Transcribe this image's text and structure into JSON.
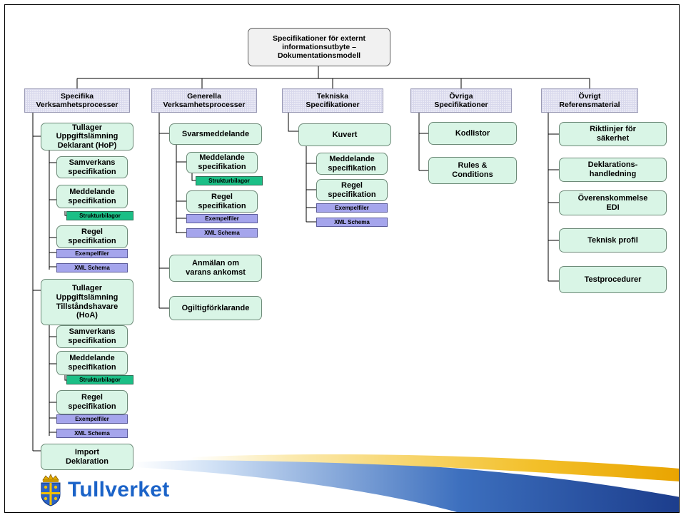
{
  "root": "Specifikationer för externt\ninformationsutbyte –\nDokumentationsmodell",
  "categories": [
    {
      "label": "Specifika\nVerksamhetsprocesser"
    },
    {
      "label": "Generella\nVerksamhetsprocesser"
    },
    {
      "label": "Tekniska\nSpecifikationer"
    },
    {
      "label": "Övriga\nSpecifikationer"
    },
    {
      "label": "Övrigt\nReferensmaterial"
    }
  ],
  "col1": {
    "hop": "Tullager\nUppgiftslämning\nDeklarant (HoP)",
    "hop_samverkans": "Samverkans\nspecifikation",
    "hop_meddelande": "Meddelande\nspecifikation",
    "hop_struktur": "Strukturbilagor",
    "hop_regel": "Regel\nspecifikation",
    "hop_exempel": "Exempelfiler",
    "hop_xml": "XML Schema",
    "hoa": "Tullager\nUppgiftslämning\nTillståndshavare\n(HoA)",
    "hoa_samverkans": "Samverkans\nspecifikation",
    "hoa_meddelande": "Meddelande\nspecifikation",
    "hoa_struktur": "Strukturbilagor",
    "hoa_regel": "Regel\nspecifikation",
    "hoa_exempel": "Exempelfiler",
    "hoa_xml": "XML Schema",
    "import": "Import\nDeklaration"
  },
  "col2": {
    "svar": "Svarsmeddelande",
    "meddelande": "Meddelande\nspecifikation",
    "struktur": "Strukturbilagor",
    "regel": "Regel\nspecifikation",
    "exempel": "Exempelfiler",
    "xml": "XML Schema",
    "anmalan": "Anmälan om\nvarans ankomst",
    "ogiltig": "Ogiltigförklarande"
  },
  "col3": {
    "kuvert": "Kuvert",
    "meddelande": "Meddelande\nspecifikation",
    "regel": "Regel\nspecifikation",
    "exempel": "Exempelfiler",
    "xml": "XML Schema"
  },
  "col4": {
    "kodlistor": "Kodlistor",
    "rules": "Rules &\nConditions"
  },
  "col5": {
    "riktlinjer": "Riktlinjer för\nsäkerhet",
    "deklarationshandledning": "Deklarations-\nhandledning",
    "overenskommelse": "Överenskommelse\nEDI",
    "teknisk": "Teknisk profil",
    "testprocedurer": "Testprocedurer"
  },
  "logo": {
    "name": "Tullverket",
    "icon": "tullverket-crest-icon"
  },
  "colors": {
    "green": "#d9f5e6",
    "dark_green": "#1bbf86",
    "blue": "#a5a5ec",
    "category": "#eaeaf5",
    "brand": "#1b63c8"
  }
}
